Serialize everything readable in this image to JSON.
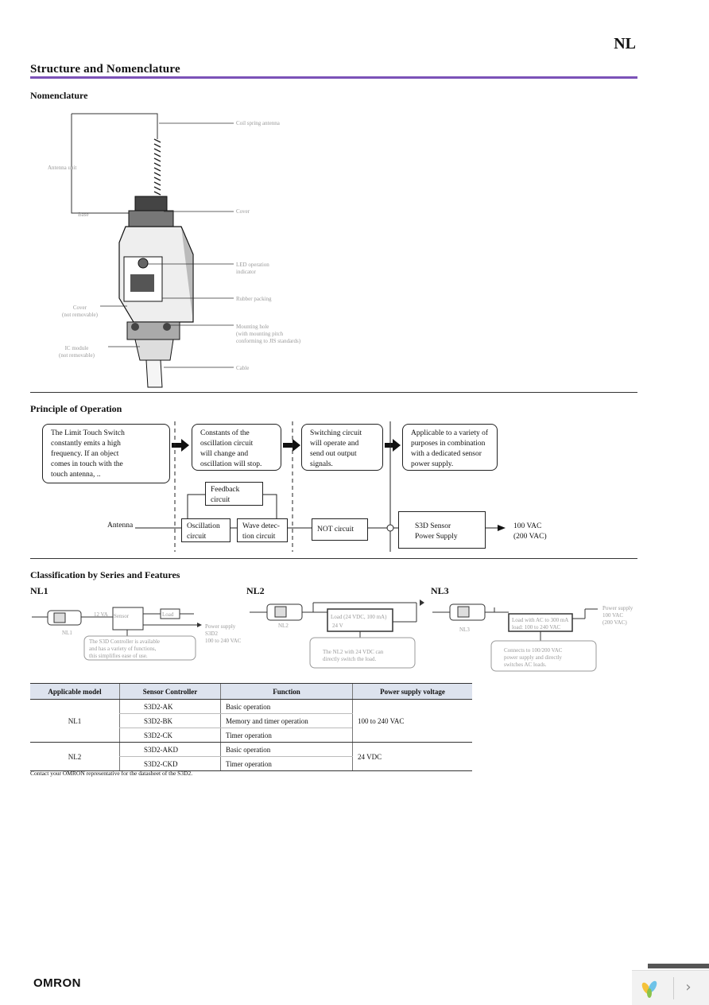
{
  "header": {
    "series_code": "NL"
  },
  "section_title": "Structure and Nomenclature",
  "nomenclature": {
    "heading": "Nomenclature",
    "labels_right": [
      "Coil spring antenna",
      "Cover",
      "LED operation\nindicator",
      "Rubber packing",
      "Mounting hole\n(with mounting pitch\nconforming to JIS standards)",
      "Cable"
    ],
    "labels_left": [
      "Antenna unit",
      "Base",
      "Cover\n(not removable)",
      "IC module\n(not removable)"
    ]
  },
  "operation": {
    "heading": "Principle of Operation",
    "steps": [
      "The Limit Touch Switch\nconstantly emits a high\nfrequency. If an object\ncomes in touch with the\ntouch antenna, ..",
      "Constants of the\noscillation circuit\nwill change and\noscillation will stop.",
      "Switching circuit\nwill operate and\nsend out output\nsignals.",
      "Applicable to a variety of\npurposes in combination\nwith a dedicated sensor\npower supply."
    ],
    "blocks": {
      "feedback": "Feedback\ncircuit",
      "oscillation": "Oscillation\ncircuit",
      "wave": "Wave detec-\ntion circuit",
      "not": "NOT circuit",
      "s3d": "S3D Sensor\nPower Supply"
    },
    "antenna_label": "Antenna",
    "output_label": "100 VAC\n(200 VAC)"
  },
  "classification": {
    "heading": "Classification by Series and Features",
    "series": [
      {
        "name": "NL1",
        "tiny": [
          "12 VA",
          "Sensor",
          "Load",
          "Power supply\nS3D2\n100 to 240 VAC",
          "NL1",
          "The S3D Controller is available\nand has a variety of functions,\nthis simplifies ease of use."
        ]
      },
      {
        "name": "NL2",
        "tiny": [
          "Load (24 VDC, 100 mA)",
          "24 V",
          "NL2",
          "The NL2 with 24 VDC can\ndirectly switch the load."
        ]
      },
      {
        "name": "NL3",
        "tiny": [
          "Load with AC to 300 mA\nload: 100 to 240 VAC",
          "NL3",
          "Power supply\n100 VAC\n(200 VAC)",
          "Connects to 100/200 VAC\npower supply and directly\nswitches AC loads."
        ]
      }
    ],
    "table": {
      "headers": [
        "Applicable model",
        "Sensor Controller",
        "Function",
        "Power supply voltage"
      ],
      "groups": [
        {
          "model": "NL1",
          "voltage": "100 to 240 VAC",
          "rows": [
            [
              "S3D2-AK",
              "Basic operation"
            ],
            [
              "S3D2-BK",
              "Memory and timer operation"
            ],
            [
              "S3D2-CK",
              "Timer operation"
            ]
          ]
        },
        {
          "model": "NL2",
          "voltage": "24 VDC",
          "rows": [
            [
              "S3D2-AKD",
              "Basic operation"
            ],
            [
              "S3D2-CKD",
              "Timer operation"
            ]
          ]
        }
      ]
    },
    "note": "Contact your OMRON representative for the datasheet of the S3D2."
  },
  "footer": {
    "logo": "OMRON",
    "next_arrow": "›"
  }
}
